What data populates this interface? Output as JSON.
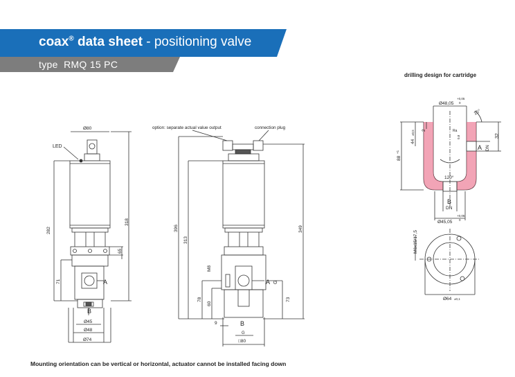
{
  "header": {
    "brand": "coax",
    "registered": "®",
    "product": "data sheet",
    "separator": " - ",
    "variant": "positioning valve",
    "type_label": "type",
    "type_value": "RMQ 15 PC",
    "colors": {
      "banner": "#1a6fb9",
      "subbanner": "#7d7d7d"
    }
  },
  "drawing1": {
    "dia_top": "Ø80",
    "led": "LED",
    "h_total": "318",
    "h_upper": "282",
    "h_small": "65",
    "h_lower": "71",
    "port_a": "A",
    "port_b": "B",
    "dia_45": "Ø45",
    "dia_48": "Ø48",
    "dia_74": "Ø74"
  },
  "drawing2": {
    "option_note": "option: separate actual value output",
    "plug_note": "connection plug",
    "h_total": "396",
    "h_mid": "313",
    "h_right": "349",
    "m8": "M8",
    "h_78": "78",
    "h_60": "60",
    "h_73": "73",
    "w_9": "9",
    "port_a": "A",
    "port_g": "G",
    "port_b": "B",
    "port_g2": "G",
    "square": "□80"
  },
  "drilling": {
    "title": "drilling design for cartridge",
    "dia_top": "Ø48,05",
    "tol_top_hi": "+0,05",
    "tol_top_lo": "0",
    "angle": "15°",
    "h_88": "88",
    "tol_88": "+1",
    "h_44": "44",
    "tol_44": "±0,5",
    "h_2": "2",
    "h_32": "32",
    "ra": "Ra",
    "ra_val": "0,8",
    "port_a": "A",
    "port_dn": "DN",
    "angle_120": "120°",
    "port_b": "B",
    "port_dn2": "DN",
    "dia_bot": "Ø45,05",
    "tol_bot_hi": "+0,05",
    "tol_bot_lo": "0",
    "thread": "M6x15/17,5",
    "dia_64": "Ø64",
    "tol_64": "±0,1"
  },
  "footer": "Mounting orientation can be vertical or horizontal, actuator cannot be installed facing down"
}
